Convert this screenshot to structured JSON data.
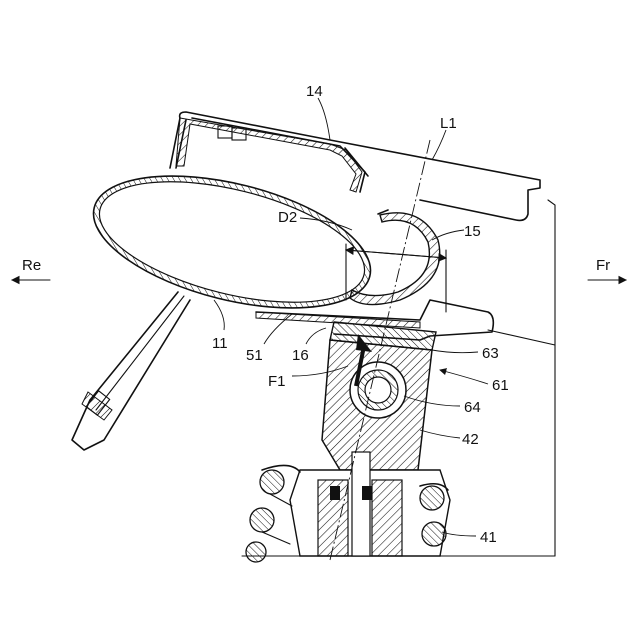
{
  "labels": {
    "re": "Re",
    "fr": "Fr",
    "n14": "14",
    "l1": "L1",
    "d2": "D2",
    "n15": "15",
    "n11": "11",
    "n51": "51",
    "n16": "16",
    "n63": "63",
    "f1": "F1",
    "n61": "61",
    "n64": "64",
    "n42": "42",
    "n41": "41"
  }
}
